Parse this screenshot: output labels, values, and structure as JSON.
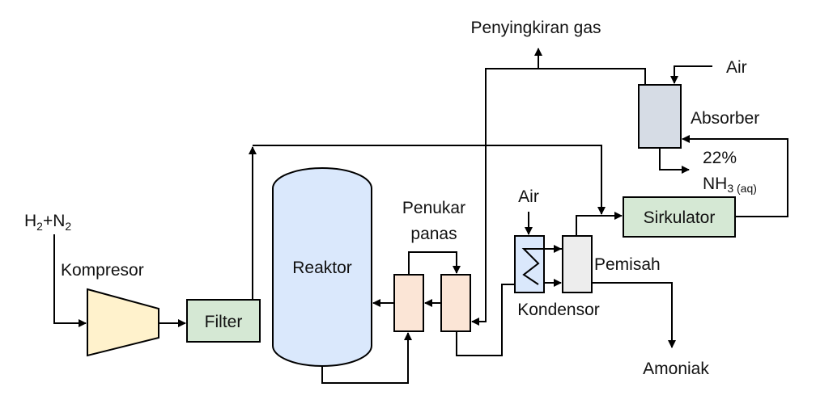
{
  "labels": {
    "feed": "H",
    "feed_sub1": "2",
    "feed_plus": "+N",
    "feed_sub2": "2",
    "compressor": "Kompresor",
    "filter": "Filter",
    "reactor": "Reaktor",
    "heat_exchanger_line1": "Penukar",
    "heat_exchanger_line2": "panas",
    "condenser_water": "Air",
    "condenser": "Kondensor",
    "separator": "Pemisah",
    "ammonia": "Amoniak",
    "circulator": "Sirkulator",
    "product_pct": "22%",
    "product_formula": "NH",
    "product_sub": "3 (aq)",
    "absorber": "Absorber",
    "absorber_water": "Air",
    "purge": "Penyingkiran gas"
  },
  "colors": {
    "compressor": "#fff2cc",
    "filter": "#d5e8d4",
    "reactor": "#dae8fc",
    "heat_exchanger": "#fbe5d6",
    "condenser": "#dae8fc",
    "separator": "#ededed",
    "circulator": "#d5e8d4",
    "absorber": "#d6dce5"
  }
}
